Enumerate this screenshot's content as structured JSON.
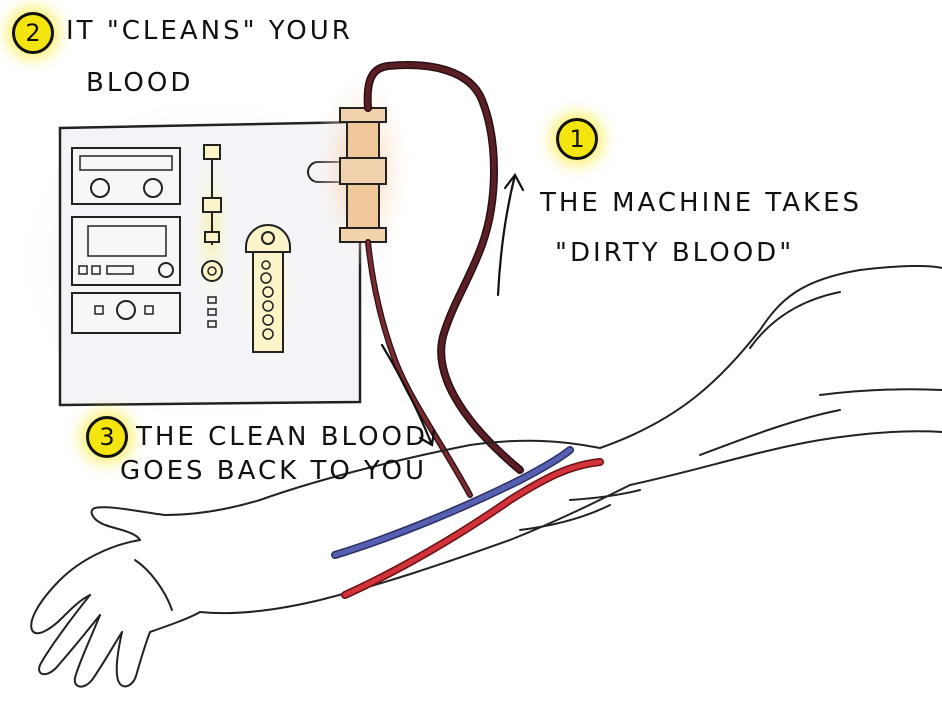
{
  "steps": [
    {
      "number": "1",
      "lines": [
        "The machine  takes",
        "\"dirty blood\""
      ]
    },
    {
      "number": "2",
      "lines": [
        "It \"cleans\" your",
        "blood"
      ]
    },
    {
      "number": "3",
      "lines": [
        "The clean blood",
        "goes back to you"
      ]
    }
  ],
  "colors": {
    "badge": "#f5e50e",
    "dirty_tube": "#5a1f24",
    "vein_blue": "#5560b0",
    "artery_red": "#d2323a",
    "filter_glow": "#f0b070",
    "ink": "#111111"
  }
}
